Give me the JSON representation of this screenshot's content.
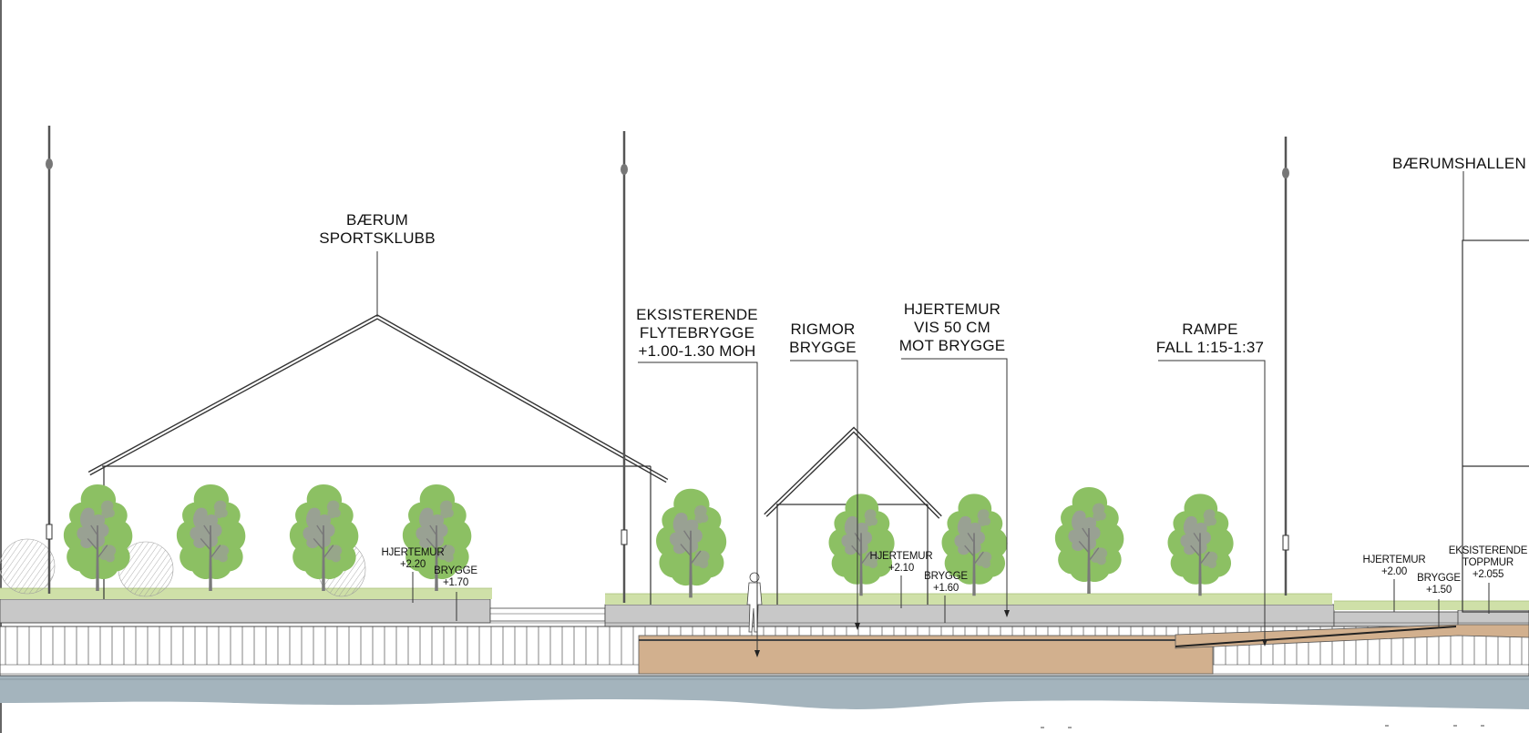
{
  "section": {
    "labels": {
      "sportsklubb": {
        "line1": "BÆRUM",
        "line2": "SPORTSKLUBB"
      },
      "flytebrygge": {
        "line1": "EKSISTERENDE",
        "line2": "FLYTEBRYGGE",
        "line3": "+1.00-1.30 MOH"
      },
      "rigmor": {
        "line1": "RIGMOR",
        "line2": "BRYGGE"
      },
      "hjertemur_vis": {
        "line1": "HJERTEMUR",
        "line2": "VIS 50 CM",
        "line3": "MOT BRYGGE"
      },
      "rampe": {
        "line1": "RAMPE",
        "line2": "FALL 1:15-1:37"
      },
      "baerumshallen": {
        "line1": "BÆRUMSHALLEN"
      }
    },
    "levels": {
      "hjertemur_1": {
        "name": "HJERTEMUR",
        "value": "+2.20"
      },
      "brygge_1": {
        "name": "BRYGGE",
        "value": "+1.70"
      },
      "hjertemur_2": {
        "name": "HJERTEMUR",
        "value": "+2.10"
      },
      "brygge_2": {
        "name": "BRYGGE",
        "value": "+1.60"
      },
      "hjertemur_3": {
        "name": "HJERTEMUR",
        "value": "+2.00"
      },
      "brygge_3": {
        "name": "BRYGGE",
        "value": "+1.50"
      },
      "toppmur": {
        "name1": "EKSISTERENDE",
        "name2": "TOPPMUR",
        "value": "+2.055"
      }
    }
  },
  "colors": {
    "tree_green": "#8cc063",
    "tree_grey": "#9b9b9b",
    "grass": "#cfe0a8",
    "quay": "#c8c8c8",
    "deck_wood": "#d2b08e",
    "water": "#a4b4bd"
  }
}
